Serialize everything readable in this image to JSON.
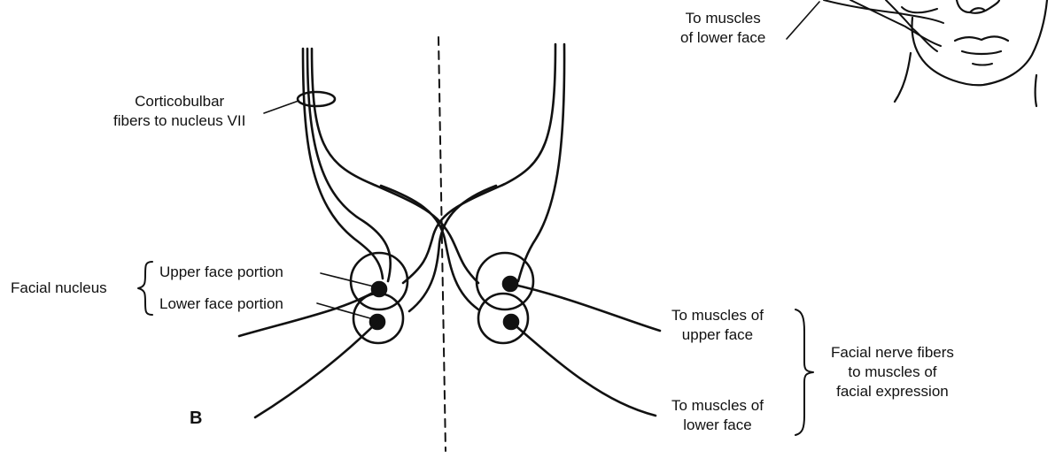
{
  "panel_letter": "B",
  "labels": {
    "corticobulbar_line1": "Corticobulbar",
    "corticobulbar_line2": "fibers to nucleus VII",
    "facial_nucleus": "Facial nucleus",
    "upper_face_portion": "Upper face portion",
    "lower_face_portion": "Lower face portion",
    "to_muscles_upper_line1": "To muscles of",
    "to_muscles_upper_line2": "upper face",
    "to_muscles_lower_line1": "To muscles of",
    "to_muscles_lower_line2": "lower face",
    "facial_nerve_line1": "Facial nerve fibers",
    "facial_nerve_line2": "to muscles of",
    "facial_nerve_line3": "facial expression",
    "top_to_muscles_line1": "To muscles",
    "top_to_muscles_line2": "of lower face"
  },
  "colors": {
    "ink": "#111111",
    "background": "#ffffff"
  }
}
